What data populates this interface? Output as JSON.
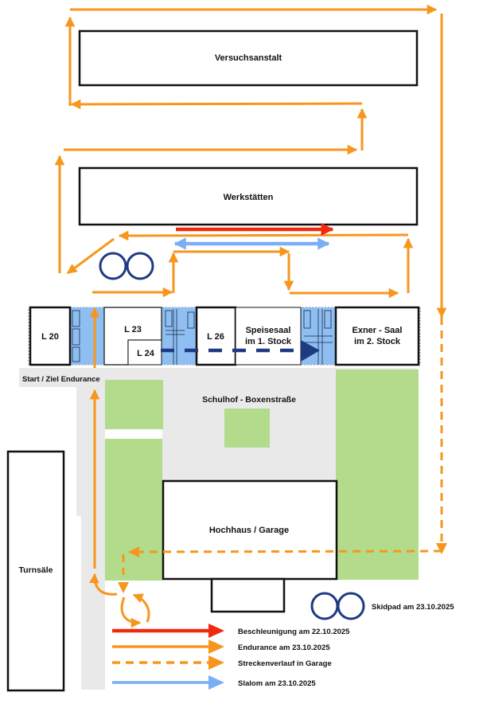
{
  "colors": {
    "endurance": "#f7961d",
    "acceleration": "#f02a0e",
    "slalom": "#7aaef5",
    "skidpad": "#1e3a82",
    "lawn": "#b2dc8c",
    "pavement": "#e9e9e9",
    "stairwell": "#8fbff2",
    "walkway": "#1e3a82"
  },
  "buildings": {
    "versuchsanstalt": "Versuchsanstalt",
    "werkstaetten": "Werkstätten",
    "l20": "L 20",
    "l23": "L 23",
    "l24": "L 24",
    "l26": "L 26",
    "speisesaal_1": "Speisesaal",
    "speisesaal_2": "im 1. Stock",
    "exner_1": "Exner - Saal",
    "exner_2": "im 2. Stock",
    "hochhaus": "Hochhaus / Garage",
    "turnsaele": "Turnsäle"
  },
  "areas": {
    "start_finish": "Start / Ziel Endurance",
    "schulhof": "Schulhof - Boxenstraße"
  },
  "skidpad": {
    "label": "Skidpad am 23.10.2025"
  },
  "legend": {
    "items": [
      {
        "key": "acceleration",
        "style": "solid",
        "label": "Beschleunigung am 22.10.2025"
      },
      {
        "key": "endurance",
        "style": "solid",
        "label": "Endurance am 23.10.2025"
      },
      {
        "key": "endurance",
        "style": "dashed",
        "label": "Streckenverlauf in Garage"
      },
      {
        "key": "slalom",
        "style": "solid",
        "label": "Slalom am 23.10.2025"
      }
    ]
  }
}
